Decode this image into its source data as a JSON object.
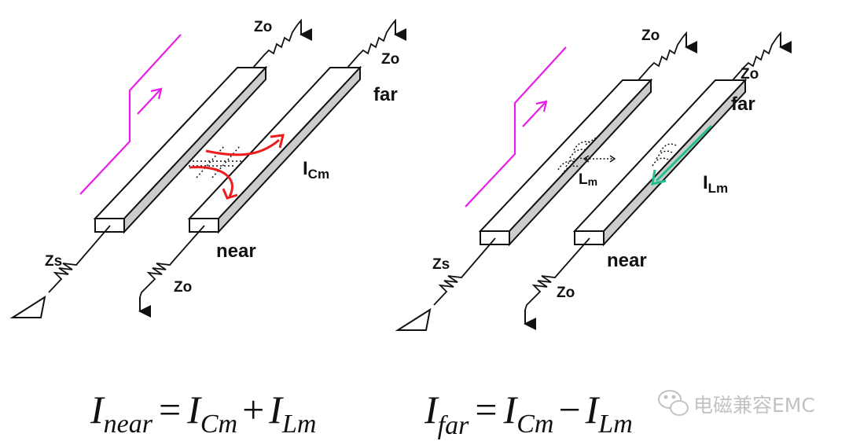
{
  "colors": {
    "signal": "#e81ee8",
    "capacitive_current": "#ee1c1c",
    "inductive_current": "#1fbf8f",
    "trace_side": "#cccccc"
  },
  "left_panel": {
    "zo_top_near": "Zo",
    "zo_top_far": "Zo",
    "far": "far",
    "near": "near",
    "zs": "Zs",
    "zo_bottom": "Zo",
    "current_main": "I",
    "current_sub": "Cm"
  },
  "right_panel": {
    "zo_top_near": "Zo",
    "zo_top_far": "Zo",
    "far": "far",
    "near": "near",
    "zs": "Zs",
    "zo_bottom": "Zo",
    "lm_main": "L",
    "lm_sub": "m",
    "current_main": "I",
    "current_sub": "Lm"
  },
  "equations": {
    "near": {
      "lhs": "I",
      "lhs_sub": "near",
      "eq": "=",
      "t1": "I",
      "t1_sub": "Cm",
      "op": "+",
      "t2": "I",
      "t2_sub": "Lm"
    },
    "far": {
      "lhs": "I",
      "lhs_sub": "far",
      "eq": "=",
      "t1": "I",
      "t1_sub": "Cm",
      "op": "−",
      "t2": "I",
      "t2_sub": "Lm"
    }
  },
  "watermark": {
    "text": "电磁兼容EMC",
    "icon": "wechat-icon"
  }
}
